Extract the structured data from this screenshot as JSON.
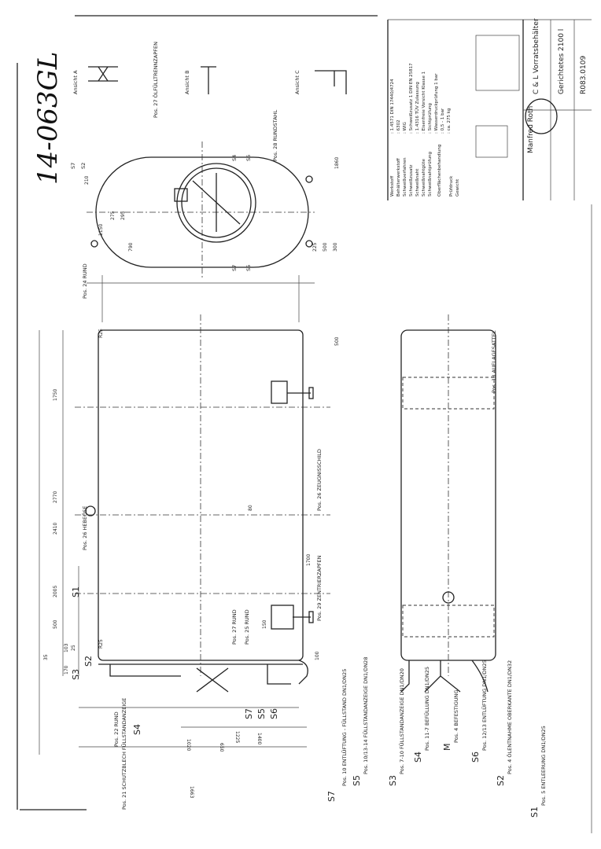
{
  "drawing_id_handwritten": "14-063GL",
  "labels": {
    "pos27_oel": "Pos. 27 ÖLFÜLLTRENNZAPFEN",
    "pos28": "Pos. 28 RUNDSTAHL",
    "pos26_hebe": "Pos. 26 HEBEÖSE",
    "pos26_schild": "Pos. 26 ZEUGNISSCHILD",
    "pos29": "Pos. 29 ZENTRIERZAPFEN",
    "pos22": "Pos. 22 RUND",
    "pos27b": "Pos. 27 RUND",
    "pos25": "Pos. 25 RUND",
    "pos21": "Pos. 21 SCHUTZBLECH FÜLLSTANDANZEIGE",
    "pos24_rund": "Pos. 24 RUND",
    "pos18": "Pos. 18 AUFLAGESATTEL",
    "s7": "S7",
    "s7_text": "Pos. 10 ENTLÜFTUNG - FÜLLSTAND DN1/DN25",
    "s5": "S5",
    "s5_text": "Pos. 10/13-14 FÜLLSTANDANZEIGE DN1/DN28",
    "s3": "S3",
    "s3_text": "Pos. 7-10 FÜLLSTANDANZEIGE DN1/DN20",
    "s4": "S4",
    "s4_text": "Pos. 11-7 BEFÜLLUNG DN1/DN25",
    "m": "M",
    "m_text": "Pos. 4 BEFESTIGUNG",
    "s6": "S6",
    "s6_text": "Pos. 12/13 ENTLÜFTUNG DN1/DN25",
    "s2": "S2",
    "s2_text": "Pos. 4 ÖLENTNAHME OBERKANTE DN1/DN32",
    "s1": "S1",
    "s1_text": "Pos. 5 ENTLEERUNG DN1/DN25",
    "ansicht_a": "Ansicht A",
    "ansicht_b": "Ansicht B",
    "ansicht_c": "Ansicht C"
  },
  "dimensions": [
    "35",
    "2770",
    "2410",
    "1750",
    "2005",
    "500",
    "103",
    "25",
    "170",
    "R25",
    "R25",
    "1663",
    "1020",
    "1225",
    "1400",
    "150",
    "650",
    "80",
    "210",
    "275",
    "295",
    "790",
    "500",
    "225",
    "300",
    "1150",
    "1700",
    "100",
    "500",
    "1860"
  ],
  "title_block": {
    "spec_labels": [
      "Werkstoff",
      "Behälterwerkstoff",
      "Schweißverfahren",
      "Schweißzusatz",
      "Schweißnaht",
      "Schweißnahtgüte",
      "Schweißnahtprüfung",
      "Oberflächenbehandlung",
      "Prüfdruck",
      "Gewicht"
    ],
    "spec_values": [
      ": 1.4571 DIN 17440/4724",
      ": 6302",
      ": WIG",
      ": Schweißzusatz 1 DIN EN 25817",
      ": 1.4316 TÜV Zulassung",
      ": Eisenfreie Vorsicht Klasse 1",
      ": Sichtprüfung",
      ": Wasserdruckprüfung 1 bar",
      ": 0,5 - 1 bar",
      ": ca. 275 kg"
    ],
    "company": "Manfred Roth",
    "project": "C & L Vorratsbehälter",
    "description": "Gerichtetes 2100 l",
    "drawing_number": "R083.0109"
  }
}
